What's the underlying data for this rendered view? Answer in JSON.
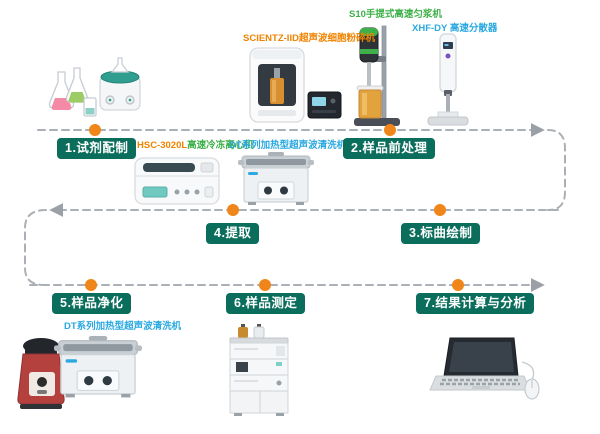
{
  "steps": [
    {
      "label": "1.试剂配制"
    },
    {
      "label": "2.样品前处理"
    },
    {
      "label": "3.标曲绘制"
    },
    {
      "label": "4.提取"
    },
    {
      "label": "5.样品净化"
    },
    {
      "label": "6.样品测定"
    },
    {
      "label": "7.结果计算与分析"
    }
  ],
  "equipment": {
    "cell_crusher_label": "SCIENTZ-IID超声波细胞粉碎机",
    "homogenizer_label": "S10手提式高速匀浆机",
    "disperser_label": "XHF-DY 高速分散器",
    "centrifuge_label_model": "HSC-3020L",
    "centrifuge_label_name": "高速冷冻离心机",
    "cleaner_label_row2": "DT系列加热型超声波清洗机",
    "cleaner_label_row3": "DT系列加热型超声波清洗机"
  },
  "colors": {
    "step_box": "#0b6d5c",
    "dot_orange": "#f08519",
    "label_orange": "#f08300",
    "label_green": "#3eb049",
    "label_blue": "#2ba9e0",
    "flow_line_gray": "#aab0b5"
  }
}
